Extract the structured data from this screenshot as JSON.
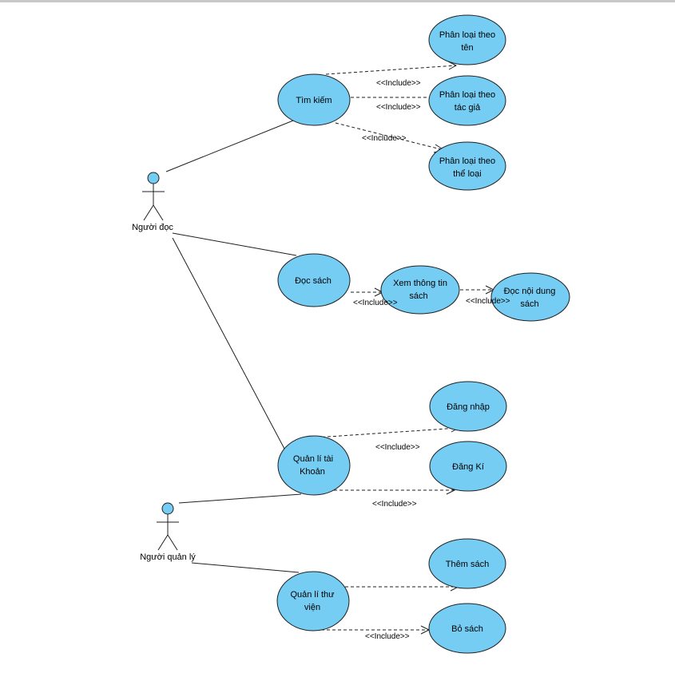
{
  "actors": {
    "reader": "Người đọc",
    "manager": "Người quản lý"
  },
  "usecases": {
    "search": [
      "Tìm kiếm"
    ],
    "by_name": [
      "Phân loại theo",
      "tên"
    ],
    "by_author": [
      "Phân loại theo",
      "tác giả"
    ],
    "by_genre": [
      "Phân loại theo",
      "thể loại"
    ],
    "read_book": [
      "Đọc sách"
    ],
    "view_info": [
      "Xem thông tin",
      "sách"
    ],
    "read_content": [
      "Đọc nội dung",
      "sách"
    ],
    "manage_account": [
      "Quản lí tài",
      "Khoản"
    ],
    "login": [
      "Đăng nhập"
    ],
    "register": [
      "Đăng Kí"
    ],
    "manage_library": [
      "Quản lí thư",
      "viện"
    ],
    "add_book": [
      "Thêm sách"
    ],
    "remove_book": [
      "Bỏ sách"
    ]
  },
  "stereotype": "<<Include>>"
}
